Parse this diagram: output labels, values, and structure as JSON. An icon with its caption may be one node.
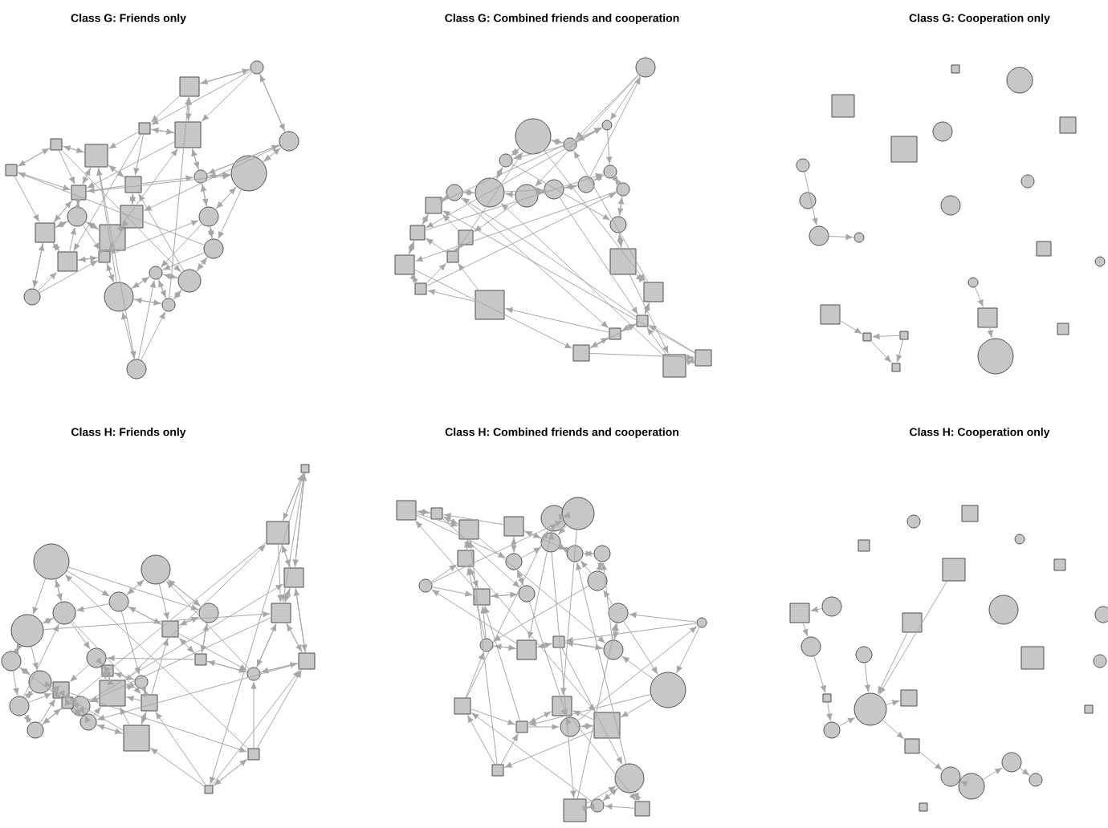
{
  "diagram": {
    "labels": [
      "Class G: Friends only",
      "Class G: Combined friends and cooperation",
      "Class G: Cooperation only",
      "Class H: Friends only",
      "Class H: Combined friends and cooperation",
      "Class H: Cooperation only"
    ]
  }
}
